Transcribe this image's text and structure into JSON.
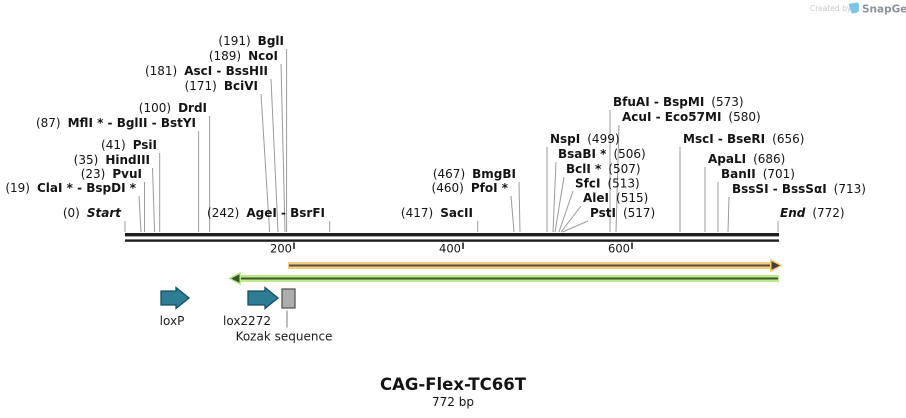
{
  "map": {
    "title": "CAG-Flex-TC66T",
    "length_label": "772 bp",
    "ticks": [
      "200",
      "400",
      "600"
    ],
    "sites": [
      {
        "pos": "(0)",
        "name": "Start"
      },
      {
        "pos": "(19)",
        "name": "ClaI * - BspDI *"
      },
      {
        "pos": "(23)",
        "name": "PvuI"
      },
      {
        "pos": "(35)",
        "name": "HindIII"
      },
      {
        "pos": "(41)",
        "name": "PsiI"
      },
      {
        "pos": "(87)",
        "name": "MflI * - BglII - BstYI"
      },
      {
        "pos": "(100)",
        "name": "DrdI"
      },
      {
        "pos": "(171)",
        "name": "BciVI"
      },
      {
        "pos": "(181)",
        "name": "AscI - BssHII"
      },
      {
        "pos": "(189)",
        "name": "NcoI"
      },
      {
        "pos": "(191)",
        "name": "BglI"
      },
      {
        "pos": "(242)",
        "name": "AgeI - BsrFI"
      },
      {
        "pos": "(417)",
        "name": "SacII"
      },
      {
        "pos": "(460)",
        "name": "PfoI *"
      },
      {
        "pos": "(467)",
        "name": "BmgBI"
      },
      {
        "pos": "(499)",
        "name": "NspI"
      },
      {
        "pos": "(506)",
        "name": "BsaBI *"
      },
      {
        "pos": "(507)",
        "name": "BclI *"
      },
      {
        "pos": "(513)",
        "name": "SfcI"
      },
      {
        "pos": "(515)",
        "name": "AleI"
      },
      {
        "pos": "(517)",
        "name": "PstI"
      },
      {
        "pos": "(573)",
        "name": "BfuAI - BspMI"
      },
      {
        "pos": "(580)",
        "name": "AcuI - Eco57MI"
      },
      {
        "pos": "(656)",
        "name": "MscI - BseRI"
      },
      {
        "pos": "(686)",
        "name": "ApaLI"
      },
      {
        "pos": "(701)",
        "name": "BanII"
      },
      {
        "pos": "(713)",
        "name": "BssSI - BssSαI"
      },
      {
        "pos": "(772)",
        "name": "End"
      }
    ],
    "features": [
      {
        "label": "loxP"
      },
      {
        "label": "lox2272"
      },
      {
        "label": "Kozak sequence"
      }
    ]
  },
  "branding": {
    "created_by": "Created by",
    "brand": "SnapGene"
  },
  "colors": {
    "feature_teal": "#2E7D95",
    "arrow_orange_outer": "#F8CB7C",
    "arrow_orange_core": "#57503F",
    "arrow_green_outer": "#BDE98E",
    "arrow_green_core": "#3B5626",
    "kozak_gray": "#ADADAD",
    "brand_blue": "#7FC5E9"
  }
}
